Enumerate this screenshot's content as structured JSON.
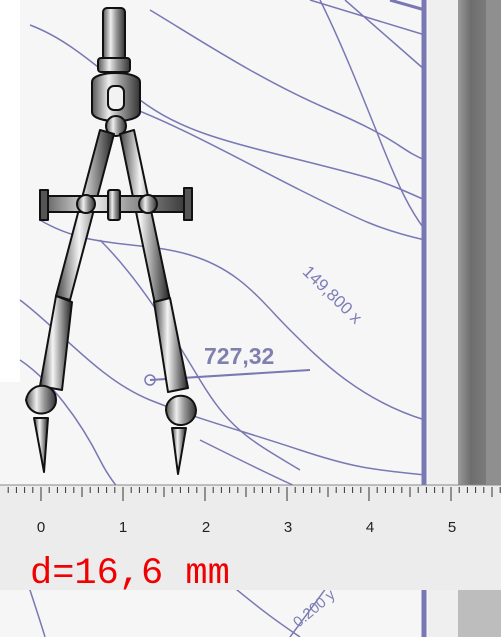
{
  "labels": {
    "x_value": "149,800 x",
    "y_value": "0.200 y",
    "measure_value": "727,32"
  },
  "ruler": {
    "numbers": [
      "0",
      "1",
      "2",
      "3",
      "4",
      "5"
    ]
  },
  "distance_readout": "d=16,6 mm",
  "colors": {
    "map_line": "#7878b4",
    "readout": "#f00000",
    "ruler_bg": "#ececec",
    "frame_grey": "#7a7a7a"
  },
  "icons": [
    "compass-icon"
  ]
}
